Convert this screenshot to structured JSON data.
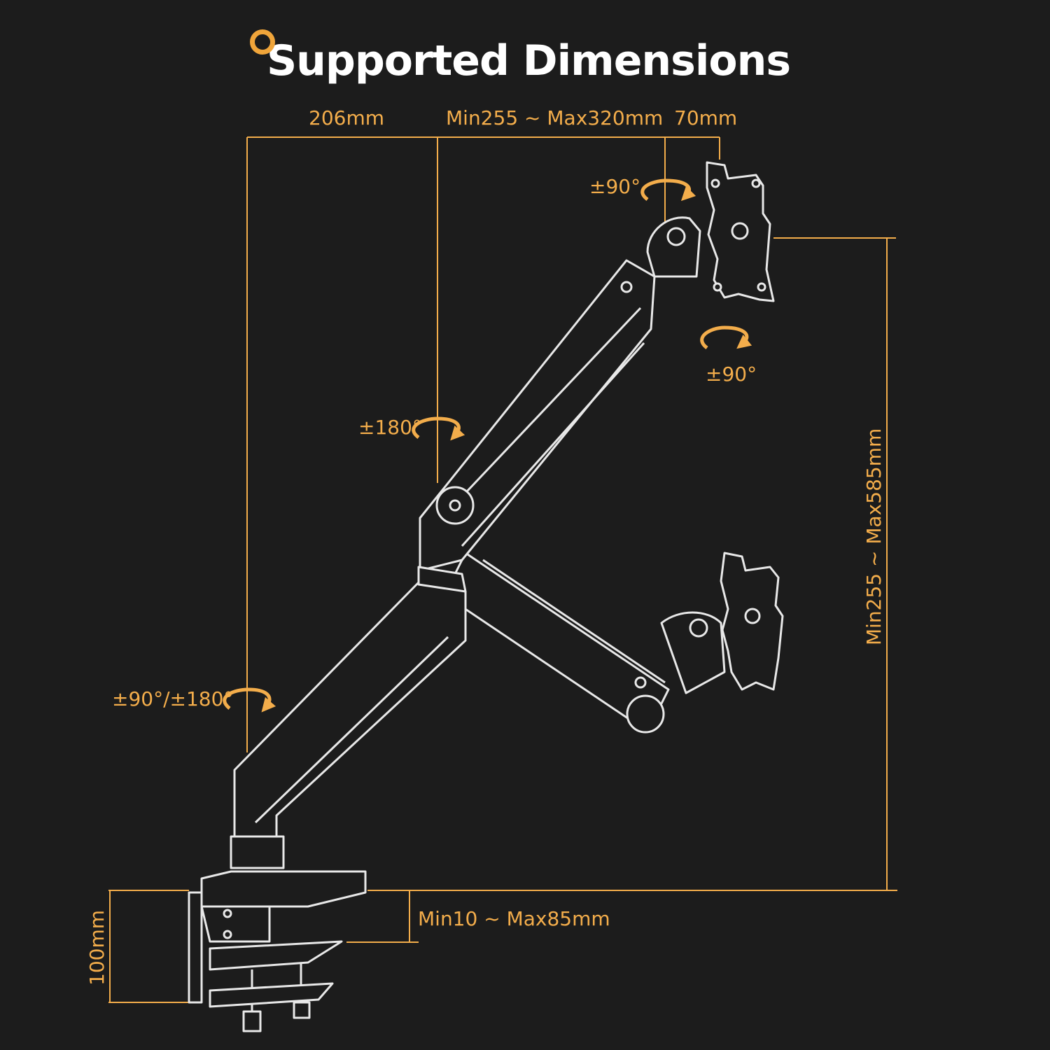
{
  "title": "Supported Dimensions",
  "accent_color": "#f3ad4b",
  "background_color": "#1c1c1c",
  "dimensions": {
    "arm_base": "206mm",
    "arm_reach": "Min255 ~ Max320mm",
    "head_offset": "70mm",
    "height_range": "Min255 ~ Max585mm",
    "desk_thickness": "Min10 ~ Max85mm",
    "clamp_height": "100mm"
  },
  "rotations": {
    "head_top": "±90°",
    "head_tilt": "±90°",
    "elbow": "±180°",
    "base": "±90°/±180°"
  },
  "icons": [
    "title-ring-icon",
    "rotation-arrow-icon",
    "vesa-plate-icon"
  ]
}
